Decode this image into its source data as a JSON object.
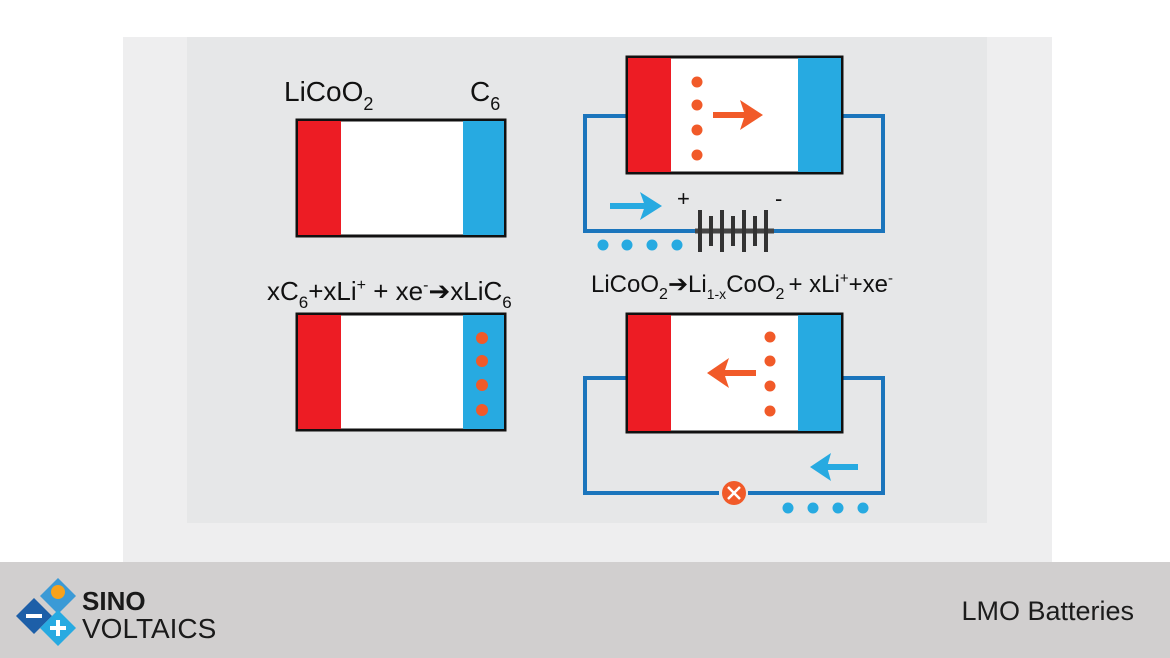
{
  "diagram": {
    "cathode_label": "LiCoO",
    "cathode_label_sub": "2",
    "anode_label": "C",
    "anode_label_sub": "6",
    "battery_plus": "+",
    "battery_minus": "-",
    "anode_equation": {
      "p1": "xC",
      "s1": "6",
      "p2": "+xLi",
      "sup1": "+",
      "p3": " + xe",
      "sup2": "-",
      "arrow": "➔",
      "p4": "xLiC",
      "s2": "6"
    },
    "cathode_equation": {
      "p1": "LiCoO",
      "s1": "2",
      "arrow": "➔",
      "p2": "Li",
      "s2": "1-x",
      "p3": "CoO",
      "s3": "2",
      "p4": "+ xLi",
      "sup1": "+",
      "p5": "+xe",
      "sup2": "-"
    },
    "colors": {
      "cathode": "#ed1c24",
      "anode": "#27aae1",
      "ion": "#f15a29",
      "wire": "#1b75bc",
      "electron": "#27aae1"
    }
  },
  "footer": {
    "logo_line1": "SINO",
    "logo_line2": "VOLTAICS",
    "logo_icon": "diamond-plus-minus-icon",
    "title": "LMO Batteries"
  }
}
